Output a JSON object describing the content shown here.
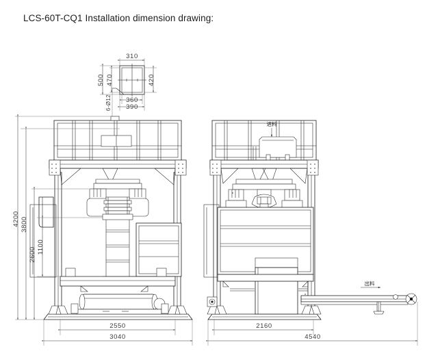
{
  "title": "LCS-60T-CQ1 Installation dimension drawing:",
  "drawing": {
    "type": "engineering-installation-dimension-drawing",
    "model": "LCS-60T-CQ1",
    "units": "mm",
    "views": [
      {
        "name": "front-view",
        "position": "left"
      },
      {
        "name": "side-view",
        "position": "right"
      }
    ]
  },
  "detail_top": {
    "name": "base-plate-hole-detail",
    "dimensions": {
      "top_width": "310",
      "left_outer_height": "500",
      "left_inner_height": "470",
      "right_height": "420",
      "bottom_inner_width": "360",
      "bottom_outer_width": "390"
    },
    "hole_note": "6-Ø12"
  },
  "vertical_dimensions": {
    "overall_height": "4200",
    "frame_height": "3800",
    "column_height": "2600",
    "lower_height": "1100"
  },
  "front_view_dimensions": {
    "inner_width": "2550",
    "overall_width": "3040"
  },
  "side_view_dimensions": {
    "machine_depth": "2160",
    "overall_depth": "4540"
  },
  "annotations": {
    "feed_in": "进料",
    "feed_out": "出料"
  },
  "colors": {
    "line": "#1d1d1d",
    "dimension": "#3a3a3a",
    "extension": "#6a6a6a",
    "text": "#1c1c1c",
    "background": "#ffffff"
  }
}
